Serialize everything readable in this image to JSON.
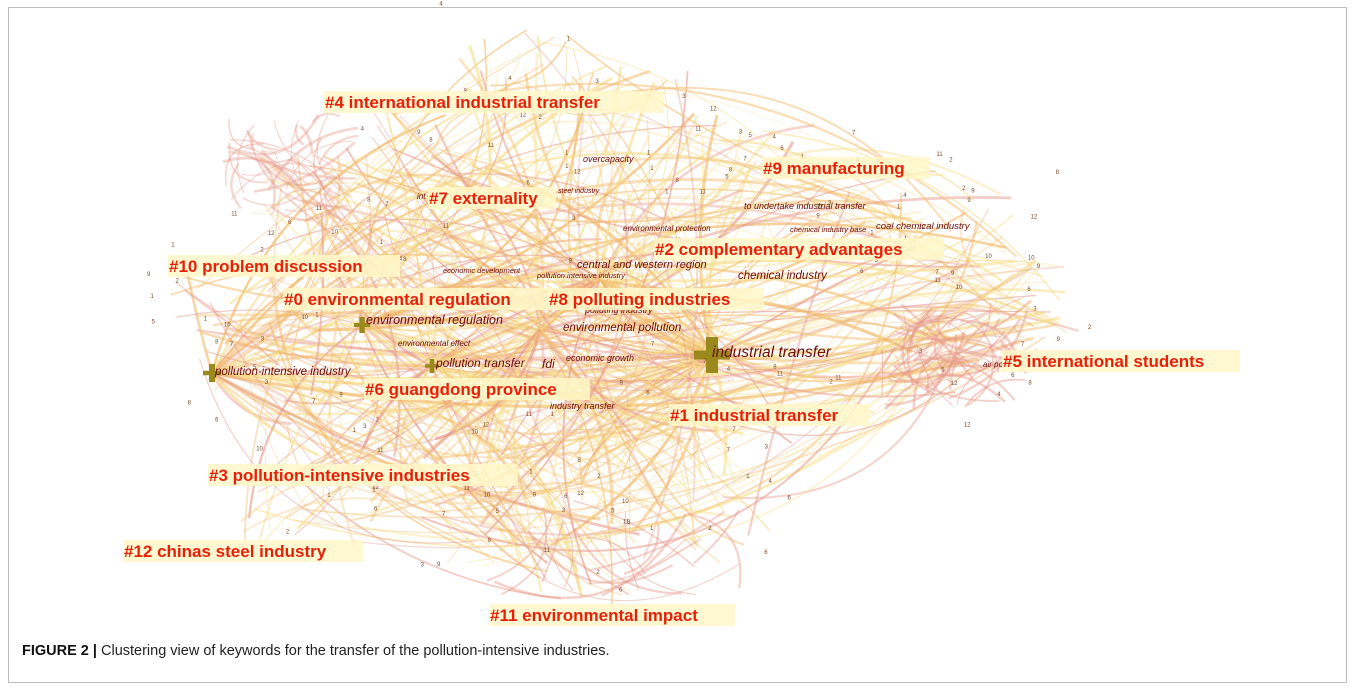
{
  "figure": {
    "caption_label": "FIGURE 2 |",
    "caption_text": "Clustering view of keywords for the transfer of the pollution-intensive industries."
  },
  "clusters": [
    {
      "id": 0,
      "label": "#0 environmental regulation"
    },
    {
      "id": 1,
      "label": "#1 industrial transfer"
    },
    {
      "id": 2,
      "label": "#2 complementary advantages"
    },
    {
      "id": 3,
      "label": "#3 pollution-intensive industries"
    },
    {
      "id": 4,
      "label": "#4 international industrial transfer"
    },
    {
      "id": 5,
      "label": "#5 international students"
    },
    {
      "id": 6,
      "label": "#6 guangdong province"
    },
    {
      "id": 7,
      "label": "#7 externality"
    },
    {
      "id": 8,
      "label": "#8 polluting industries"
    },
    {
      "id": 9,
      "label": "#9 manufacturing"
    },
    {
      "id": 10,
      "label": "#10 problem discussion"
    },
    {
      "id": 11,
      "label": "#11 environmental impact"
    },
    {
      "id": 12,
      "label": "#12 chinas steel industry"
    }
  ],
  "keywords": [
    {
      "text": "industrial transfer",
      "size": "large",
      "hub": true
    },
    {
      "text": "pollution-intensive industry",
      "size": "medium",
      "hub": true
    },
    {
      "text": "environmental regulation",
      "size": "medium",
      "hub": true
    },
    {
      "text": "pollution transfer",
      "size": "medium",
      "hub": true
    },
    {
      "text": "environmental pollution",
      "size": "medium"
    },
    {
      "text": "environmental effect",
      "size": "small"
    },
    {
      "text": "economic growth",
      "size": "small"
    },
    {
      "text": "fdi",
      "size": "medium"
    },
    {
      "text": "industry transfer",
      "size": "small"
    },
    {
      "text": "polluting industry",
      "size": "small"
    },
    {
      "text": "central and western region",
      "size": "medium"
    },
    {
      "text": "chemical industry",
      "size": "medium"
    },
    {
      "text": "pollution intensive industry",
      "size": "small"
    },
    {
      "text": "economic development",
      "size": "small"
    },
    {
      "text": "environmental protection",
      "size": "small"
    },
    {
      "text": "chemical industry base",
      "size": "small"
    },
    {
      "text": "coal chemical industry",
      "size": "small"
    },
    {
      "text": "to undertake industrial transfer",
      "size": "small"
    },
    {
      "text": "overcapacity",
      "size": "small"
    },
    {
      "text": "steel industry",
      "size": "small"
    },
    {
      "text": "int",
      "size": "small"
    },
    {
      "text": "air po",
      "size": "small"
    }
  ],
  "colors": {
    "cluster_label": "#e8200a",
    "label_highlight": "#fff7c8",
    "keyword": "#6b0d0d",
    "hub": "#9a8a1e",
    "edge_red": "#e79a8c",
    "edge_orange": "#f2b96a",
    "edge_yellow": "#f6de8c"
  }
}
